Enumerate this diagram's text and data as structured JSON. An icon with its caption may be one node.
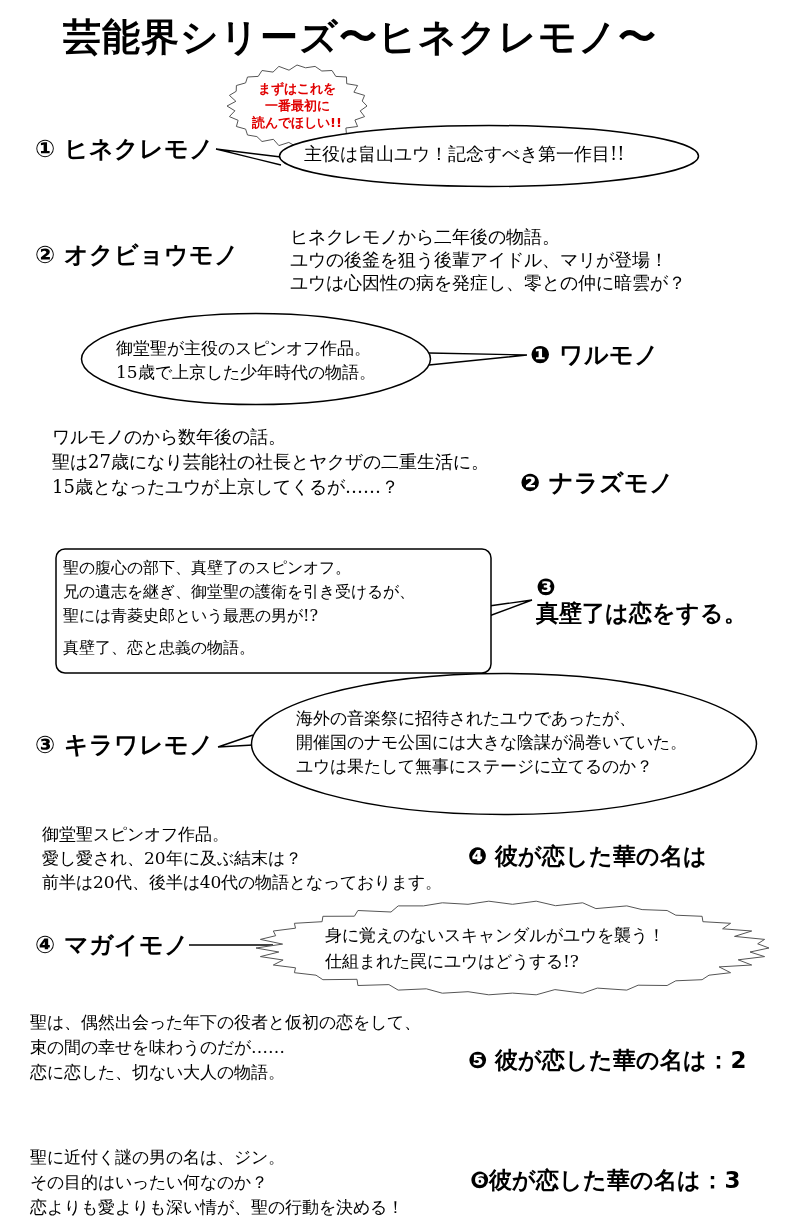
{
  "diagram": {
    "title": "芸能界シリーズ〜ヒネクレモノ〜",
    "nodes": [
      {
        "text": [
          "まずはこれを一番最初に読んでほしい!!"
        ]
      },
      {
        "text": [
          "① ヒネクレモノ"
        ]
      },
      {
        "text": [
          "主役は畠山ユウ！記念すべき第一作目!!"
        ]
      },
      {
        "text": [
          "御堂聖が主役のスピンオフ作品。15歳で上京した少年時代の物語。"
        ]
      },
      {
        "text": [
          "❶ ワルモノ"
        ]
      },
      {
        "text": [
          "聖の腹心の部下、真壁了のスピンオフ。兄の遺志を継ぎ、御堂聖の護衛を引き受けるが、聖には青菱史郎という最悪の男が!?",
          "真壁了、恋と忠義の物語。"
        ]
      },
      {
        "text": [
          "❸真壁了は恋をする。"
        ]
      },
      {
        "text": [
          "③ キラワレモノ"
        ]
      },
      {
        "text": [
          "海外の音楽祭に招待されたユウであったが、開催国のナモ公国には大きな陰謀が渦巻いていた。ユウは果たして無事にステージに立てるのか？"
        ]
      },
      {
        "text": [
          "④ マガイモノ"
        ]
      },
      {
        "text": [
          "身に覚えのないスキャンダルがユウを襲う！仕組まれた罠にユウはどうする!?"
        ]
      }
    ],
    "edges": [
      {
        "from": 2,
        "to": 1,
        "arrow": "none"
      },
      {
        "from": 3,
        "to": 4,
        "arrow": "none"
      },
      {
        "from": 5,
        "to": 6,
        "arrow": "none"
      },
      {
        "from": 8,
        "to": 7,
        "arrow": "none"
      },
      {
        "from": 9,
        "to": 10,
        "arrow": "none"
      }
    ],
    "labels": [
      "② オクビョウモノ",
      "ヒネクレモノから二年後の物語。ユウの後釜を狙う後輩アイドル、マリが登場！ユウは心因性の病を発症し、零との仲に暗雲が？",
      "ワルモノのから数年後の話。聖は27歳になり芸能社の社長とヤクザの二重生活に。15歳となったユウが上京してくるが……？",
      "❷ ナラズモノ",
      "御堂聖スピンオフ作品。愛し愛され、20年に及ぶ結末は？前半は20代、後半は40代の物語となっております。",
      "❹ 彼が恋した華の名は",
      "聖は、偶然出会った年下の役者と仮初の恋をして、束の間の幸せを味わうのだが……恋に恋した、切ない大人の物語。",
      "❺ 彼が恋した華の名は：2",
      "聖に近付く謎の男の名は、ジン。その目的はいったい何なのか？恋よりも愛よりも深い情が、聖の行動を決める！",
      "❻彼が恋した華の名は：3"
    ]
  }
}
